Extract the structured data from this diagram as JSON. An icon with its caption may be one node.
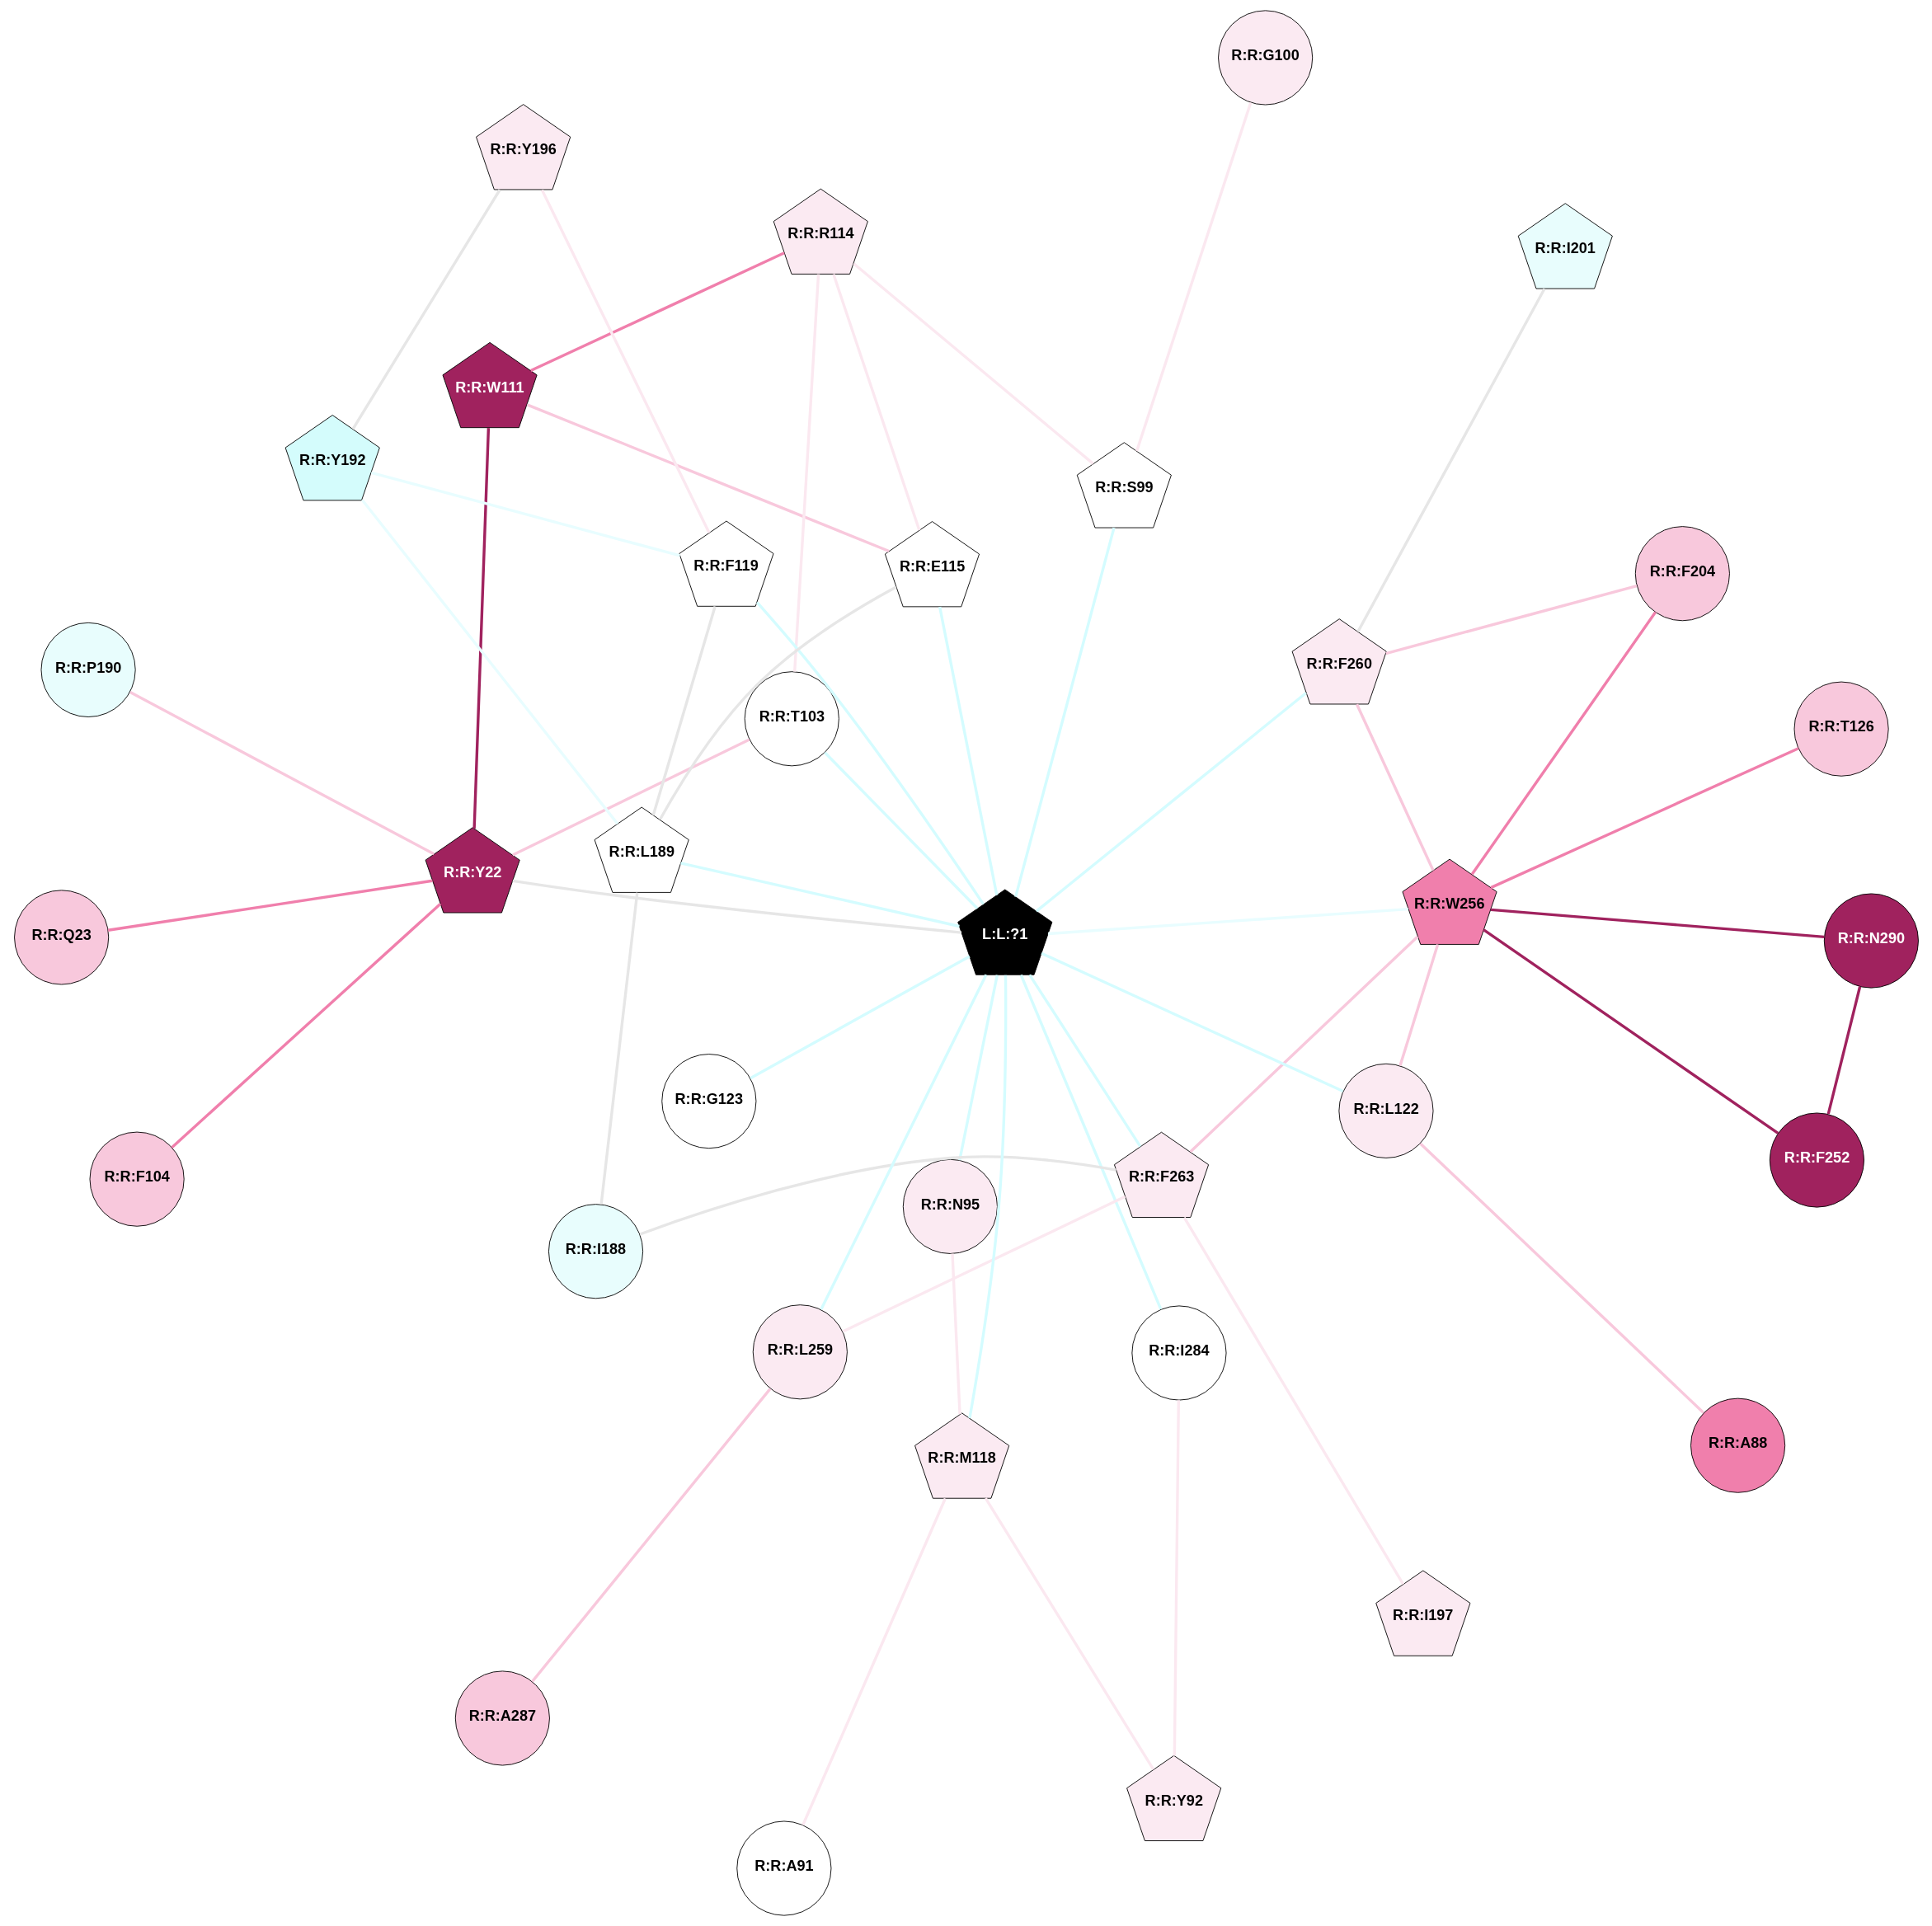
{
  "diagram": {
    "nodes": [
      {
        "text": [
          "R:R:F104"
        ]
      },
      {
        "text": [
          "R:R:W111"
        ]
      },
      {
        "text": [
          "R:R:A287"
        ]
      },
      {
        "text": [
          "R:R:P190"
        ]
      },
      {
        "text": [
          "R:R:A88"
        ]
      },
      {
        "text": [
          "R:R:Y22"
        ]
      },
      {
        "text": [
          "R:R:A91"
        ]
      },
      {
        "text": [
          "R:R:I284"
        ]
      },
      {
        "text": [
          "R:R:N95"
        ]
      },
      {
        "text": [
          "R:R:Y92"
        ]
      },
      {
        "text": [
          "R:R:F263"
        ]
      },
      {
        "text": [
          "R:R:S99"
        ]
      },
      {
        "text": [
          "R:R:G100"
        ]
      },
      {
        "text": [
          "R:R:R114"
        ]
      },
      {
        "text": [
          "R:R:F260"
        ]
      },
      {
        "text": [
          "R:R:T103"
        ]
      },
      {
        "text": [
          "L:L:?1"
        ]
      },
      {
        "text": [
          "R:R:Q23"
        ]
      },
      {
        "text": [
          "R:R:L259"
        ]
      },
      {
        "text": [
          "R:R:E115"
        ]
      },
      {
        "text": [
          "R:R:Y192"
        ]
      },
      {
        "text": [
          "R:R:W256"
        ]
      },
      {
        "text": [
          "R:R:M118"
        ]
      },
      {
        "text": [
          "R:R:N290"
        ]
      },
      {
        "text": [
          "R:R:Y196"
        ]
      },
      {
        "text": [
          "R:R:L189"
        ]
      },
      {
        "text": [
          "R:R:F119"
        ]
      },
      {
        "text": [
          "R:R:G123"
        ]
      },
      {
        "text": [
          "R:R:L122"
        ]
      },
      {
        "text": [
          "R:R:F252"
        ]
      },
      {
        "text": [
          "R:R:T126"
        ]
      },
      {
        "text": [
          "R:R:F204"
        ]
      },
      {
        "text": [
          "R:R:I188"
        ]
      },
      {
        "text": [
          "R:R:I201"
        ]
      },
      {
        "text": [
          "R:R:I197"
        ]
      }
    ],
    "edges": [
      {
        "from": 0,
        "to": 5,
        "arrow": "none",
        "color": "#f07fac"
      },
      {
        "from": 1,
        "to": 5,
        "arrow": "none",
        "color": "#a0225e"
      },
      {
        "from": 1,
        "to": 13,
        "arrow": "none",
        "color": "#f07fac"
      },
      {
        "from": 1,
        "to": 19,
        "arrow": "none",
        "color": "#f8c8dc"
      },
      {
        "from": 3,
        "to": 5,
        "arrow": "none",
        "color": "#f8c8dc"
      },
      {
        "from": 5,
        "to": 17,
        "arrow": "none",
        "color": "#f07fac"
      },
      {
        "from": 5,
        "to": 15,
        "arrow": "none",
        "color": "#f8c8dc"
      },
      {
        "from": 5,
        "to": 16,
        "arrow": "none",
        "color": "#e6e6e6"
      },
      {
        "from": 2,
        "to": 18,
        "arrow": "none",
        "color": "#f8c8dc"
      },
      {
        "from": 4,
        "to": 28,
        "arrow": "none",
        "color": "#f8c8dc"
      },
      {
        "from": 6,
        "to": 22,
        "arrow": "none",
        "color": "#fbe8f0"
      },
      {
        "from": 7,
        "to": 9,
        "arrow": "none",
        "color": "#fbe8f0"
      },
      {
        "from": 7,
        "to": 16,
        "arrow": "none",
        "color": "#d4fcff"
      },
      {
        "from": 8,
        "to": 16,
        "arrow": "none",
        "color": "#d4fcff"
      },
      {
        "from": 8,
        "to": 22,
        "arrow": "none",
        "color": "#fbe8f0"
      },
      {
        "from": 9,
        "to": 22,
        "arrow": "none",
        "color": "#fbe8f0"
      },
      {
        "from": 12,
        "to": 11,
        "arrow": "none",
        "color": "#fbe8f0"
      },
      {
        "from": 11,
        "to": 13,
        "arrow": "none",
        "color": "#fbe8f0"
      },
      {
        "from": 11,
        "to": 16,
        "arrow": "none",
        "color": "#d4fcff"
      },
      {
        "from": 10,
        "to": 16,
        "arrow": "none",
        "color": "#d4fcff"
      },
      {
        "from": 10,
        "to": 32,
        "arrow": "none",
        "color": "#e6e6e6"
      },
      {
        "from": 10,
        "to": 18,
        "arrow": "none",
        "color": "#fbe8f0"
      },
      {
        "from": 10,
        "to": 21,
        "arrow": "none",
        "color": "#f8c8dc"
      },
      {
        "from": 10,
        "to": 34,
        "arrow": "none",
        "color": "#fbe8f0"
      },
      {
        "from": 14,
        "to": 16,
        "arrow": "none",
        "color": "#d4fcff"
      },
      {
        "from": 14,
        "to": 21,
        "arrow": "none",
        "color": "#f8c8dc"
      },
      {
        "from": 14,
        "to": 31,
        "arrow": "none",
        "color": "#f8c8dc"
      },
      {
        "from": 14,
        "to": 33,
        "arrow": "none",
        "color": "#e6e6e6"
      },
      {
        "from": 15,
        "to": 13,
        "arrow": "none",
        "color": "#fbe8f0"
      },
      {
        "from": 15,
        "to": 16,
        "arrow": "none",
        "color": "#d4fcff"
      },
      {
        "from": 13,
        "to": 19,
        "arrow": "none",
        "color": "#fbe8f0"
      },
      {
        "from": 18,
        "to": 16,
        "arrow": "none",
        "color": "#d4fcff"
      },
      {
        "from": 19,
        "to": 16,
        "arrow": "none",
        "color": "#d4fcff"
      },
      {
        "from": 19,
        "to": 25,
        "arrow": "none",
        "color": "#e6e6e6"
      },
      {
        "from": 20,
        "to": 25,
        "arrow": "none",
        "color": "#e8fdff"
      },
      {
        "from": 20,
        "to": 26,
        "arrow": "none",
        "color": "#e8fdff"
      },
      {
        "from": 20,
        "to": 24,
        "arrow": "none",
        "color": "#e6e6e6"
      },
      {
        "from": 24,
        "to": 26,
        "arrow": "none",
        "color": "#fbe8f0"
      },
      {
        "from": 21,
        "to": 16,
        "arrow": "none",
        "color": "#e8fdff"
      },
      {
        "from": 16,
        "to": 25,
        "arrow": "none",
        "color": "#d4fcff"
      },
      {
        "from": 16,
        "to": 27,
        "arrow": "none",
        "color": "#d4fcff"
      },
      {
        "from": 16,
        "to": 28,
        "arrow": "none",
        "color": "#d4fcff"
      },
      {
        "from": 16,
        "to": 26,
        "arrow": "none",
        "color": "#d4fcff"
      },
      {
        "from": 16,
        "to": 22,
        "arrow": "none",
        "color": "#d4fcff"
      },
      {
        "from": 25,
        "to": 26,
        "arrow": "none",
        "color": "#e6e6e6"
      },
      {
        "from": 25,
        "to": 32,
        "arrow": "none",
        "color": "#e6e6e6"
      },
      {
        "from": 21,
        "to": 28,
        "arrow": "none",
        "color": "#f8c8dc"
      },
      {
        "from": 21,
        "to": 30,
        "arrow": "none",
        "color": "#f07fac"
      },
      {
        "from": 21,
        "to": 31,
        "arrow": "none",
        "color": "#f07fac"
      },
      {
        "from": 21,
        "to": 23,
        "arrow": "none",
        "color": "#a0225e"
      },
      {
        "from": 21,
        "to": 29,
        "arrow": "none",
        "color": "#a0225e"
      },
      {
        "from": 23,
        "to": 29,
        "arrow": "none",
        "color": "#a0225e"
      }
    ]
  }
}
